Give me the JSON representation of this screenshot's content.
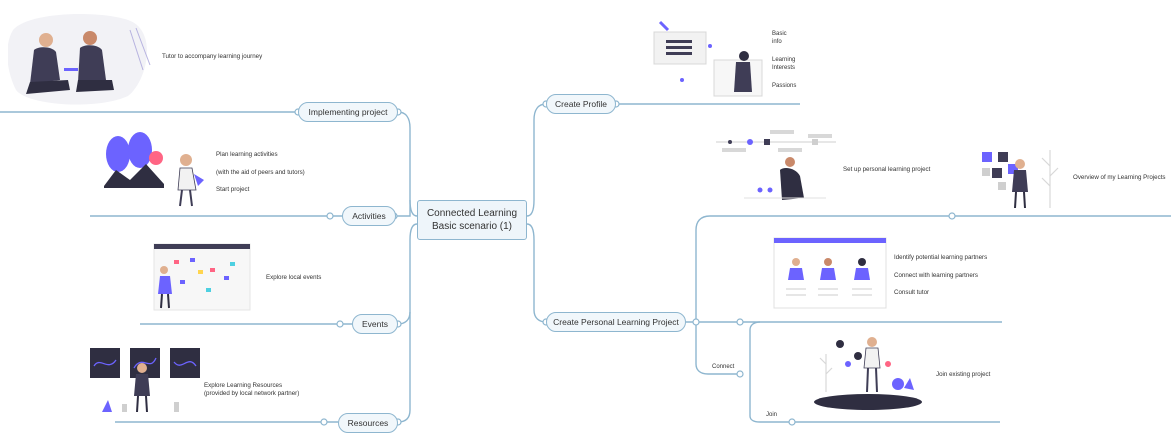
{
  "center": {
    "line1": "Connected Learning",
    "line2": "Basic scenario (1)"
  },
  "left_branches": {
    "implementing": "Implementing project",
    "activities": "Activities",
    "events": "Events",
    "resources": "Resources"
  },
  "right_branches": {
    "profile": "Create Profile",
    "personal": "Create Personal Learning Project"
  },
  "leaves": {
    "tutor": "Tutor to accompany learning journey",
    "plan1": "Plan learning activities",
    "plan2": "(with the aid of peers and tutors)",
    "plan3": "Start project",
    "explore_events": "Explore local events",
    "explore_res1": "Explore Learning Resources",
    "explore_res2": "(provided by local network partner)",
    "basic_info1": "Basic",
    "basic_info2": "info",
    "learning_interests1": "Learning",
    "learning_interests2": "Interests",
    "passions": "Passions",
    "setup": "Set up personal learning project",
    "overview": "Overview of my Learning Projects",
    "identify": "Identify potential learning partners",
    "connect_partners": "Connect with learning partners",
    "consult": "Consult tutor",
    "connect": "Connect",
    "join_existing": "Join existing project",
    "join": "Join"
  },
  "colors": {
    "line": "#8eb6cf",
    "accent": "#6c63ff",
    "dark": "#2f2e41",
    "node_bg": "#f1f7fb"
  }
}
